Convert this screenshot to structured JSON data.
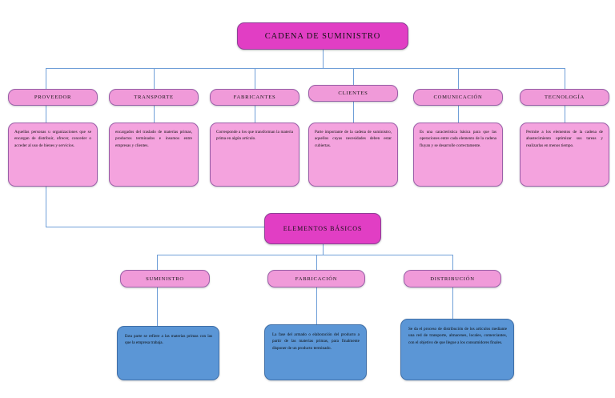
{
  "diagram": {
    "title": "CADENA DE SUMINISTRO",
    "root": {
      "label": "CADENA DE SUMINISTRO"
    },
    "level1": [
      {
        "label": "PROVEEDOR",
        "text": "Aquellas personas u organizaciones que se encargan de distribuir, ofrecer, conceder o acceder al uso de bienes y servicios."
      },
      {
        "label": "TRANSPORTE",
        "text": "encargados del traslado de materias primas, productos terminados e insumos entre empresas y clientes."
      },
      {
        "label": "FABRICANTES",
        "text": "Corresponde a los que transforman la materia prima en algún artículo."
      },
      {
        "label": "CLIENTES",
        "text": "Parte importante de la cadena de suministro, aquellos cuyas necesidades deben estar cubiertas."
      },
      {
        "label": "COMUNICACIÓN",
        "text": "Es una característica básica para que las operaciones entre cada elemento de la cadena fluyan y se desarrolle correctamente."
      },
      {
        "label": "TECNOLOGÍA",
        "text": "Permite a los elementos de la cadena de abastecimiento optimizar sus tareas y realizarlas en menos tiempo."
      }
    ],
    "middle": {
      "label": "ELEMENTOS BÁSICOS"
    },
    "level2": [
      {
        "label": "SUMINISTRO",
        "text": "Esta parte se refiere a las materias primas con las que la empresa trabaja."
      },
      {
        "label": "FABRICACIÓN",
        "text": "La fase del armado o elaboración del producto a partir de las materias primas, para finalmente disponer de un producto terminado."
      },
      {
        "label": "DISTRIBUCIÓN",
        "text": "Se da el proceso de distribución de los artículos mediante una red de transporte, almacenes, locales, comerciantes, con el objetivo de que llegue a los consumidores finales."
      }
    ],
    "colors": {
      "title_fill": "#e13ec4",
      "header_fill": "#f09ad9",
      "pink_body_fill": "#f4a3de",
      "blue_body_fill": "#5b96d6",
      "connector": "#6f9fd8",
      "background": "#ffffff"
    }
  }
}
